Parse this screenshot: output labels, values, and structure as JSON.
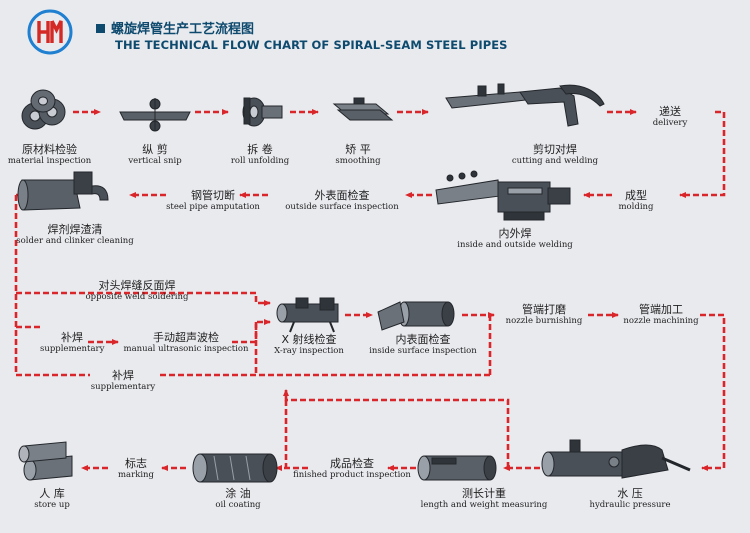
{
  "header": {
    "title_zh": "螺旋焊管生产工艺流程图",
    "title_en": "THE TECHNICAL FLOW CHART OF SPIRAL-SEAM STEEL PIPES",
    "logo_icon": "hm-logo-icon",
    "accent_color": "#0e4a6e",
    "logo_color": "#d42a26",
    "logo_ring_color": "#1f7fd0"
  },
  "colors": {
    "arrow": "#d9262b",
    "machine": "#3a4048"
  },
  "steps": {
    "material_inspection": {
      "zh": "原材料检验",
      "en": "material inspection"
    },
    "vertical_snip": {
      "zh": "纵 剪",
      "en": "vertical snip"
    },
    "roll_unfolding": {
      "zh": "拆 卷",
      "en": "roll unfolding"
    },
    "smoothing": {
      "zh": "矫 平",
      "en": "smoothing"
    },
    "cutting_welding": {
      "zh": "剪切对焊",
      "en": "cutting and welding"
    },
    "delivery": {
      "zh": "递送",
      "en": "delivery"
    },
    "molding": {
      "zh": "成型",
      "en": "molding"
    },
    "inside_outside_welding": {
      "zh": "内外焊",
      "en": "inside and outside welding"
    },
    "outside_surface_inspection": {
      "zh": "外表面检查",
      "en": "outside surface inspection"
    },
    "steel_pipe_amputation": {
      "zh": "钢管切断",
      "en": "steel pipe amputation"
    },
    "solder_clinker_cleaning": {
      "zh": "焊剂焊渣清",
      "en": "solder and clinker cleaning"
    },
    "opposite_weld_soldering": {
      "zh": "对头焊缝反面焊",
      "en": "opposite weld soldering"
    },
    "supplementary_1": {
      "zh": "补焊",
      "en": "supplementary"
    },
    "manual_ultrasonic": {
      "zh": "手动超声波检",
      "en": "manual ultrasonic inspection"
    },
    "xray_inspection": {
      "zh": "X 射线检查",
      "en": "X-ray inspection"
    },
    "inside_surface_inspection": {
      "zh": "内表面检查",
      "en": "inside surface inspection"
    },
    "nozzle_burnishing": {
      "zh": "管端打磨",
      "en": "nozzle burnishing"
    },
    "nozzle_machining": {
      "zh": "管端加工",
      "en": "nozzle  machining"
    },
    "supplementary_2": {
      "zh": "补焊",
      "en": "supplementary"
    },
    "store_up": {
      "zh": "人 库",
      "en": "store up"
    },
    "marking": {
      "zh": "标志",
      "en": "marking"
    },
    "oil_coating": {
      "zh": "涂 油",
      "en": "oil coating"
    },
    "finished_product_inspection": {
      "zh": "成品检查",
      "en": "finished product inspection"
    },
    "length_weight_measuring": {
      "zh": "测长计重",
      "en": "length and weight measuring"
    },
    "hydraulic_pressure": {
      "zh": "水 压",
      "en": "hydraulic pressure"
    }
  },
  "machine_icons": [
    "coil-stack-icon",
    "snip-blade-icon",
    "uncoiler-icon",
    "leveler-plates-icon",
    "shear-welder-icon",
    "spiral-welding-machine-icon",
    "pipe-cutter-icon",
    "xray-machine-icon",
    "inside-inspection-machine-icon",
    "pipe-stack-icon",
    "oil-coated-pipe-icon",
    "measuring-pipe-icon",
    "hydraulic-tester-icon"
  ]
}
